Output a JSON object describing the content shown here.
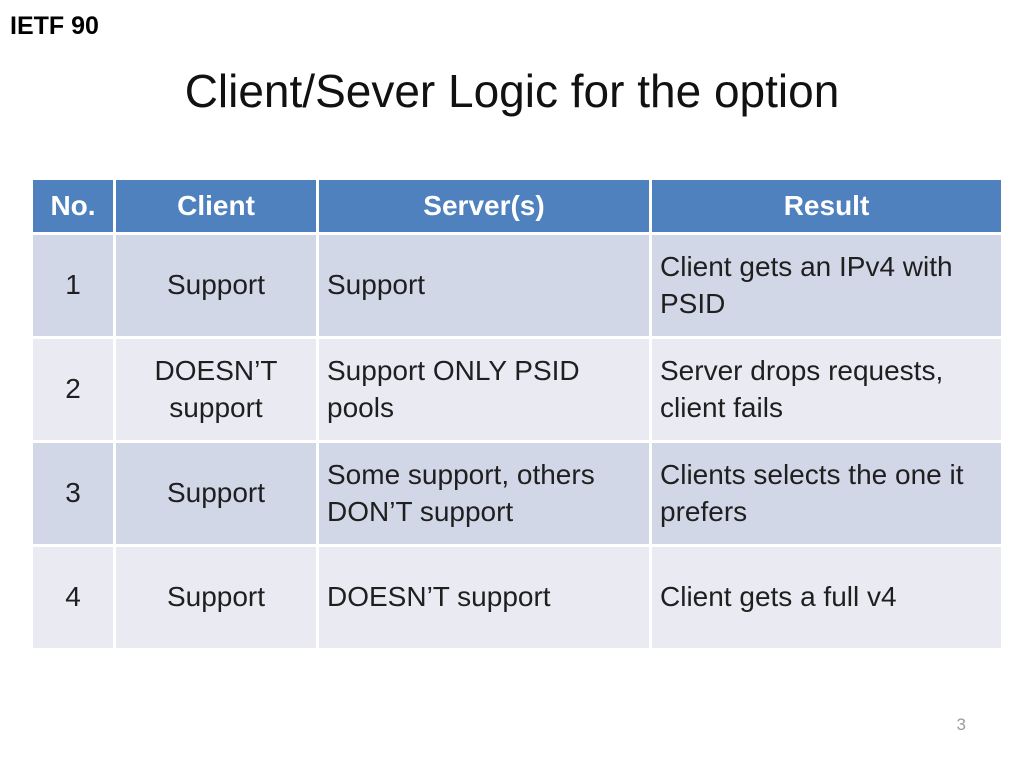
{
  "slide": {
    "header_label": "IETF 90",
    "title": "Client/Sever Logic for the option",
    "page_number": "3"
  },
  "table": {
    "columns": [
      "No.",
      "Client",
      "Server(s)",
      "Result"
    ],
    "rows": [
      {
        "no": "1",
        "client": "Support",
        "server": "Support",
        "result": "Client gets an IPv4 with PSID"
      },
      {
        "no": "2",
        "client": "DOESN’T support",
        "server": "Support ONLY PSID pools",
        "result": "Server drops requests, client fails"
      },
      {
        "no": "3",
        "client": "Support",
        "server": "Some support, others DON’T support",
        "result": "Clients selects the one it prefers"
      },
      {
        "no": "4",
        "client": "Support",
        "server": "DOESN’T support",
        "result": "Client gets a full v4"
      }
    ]
  },
  "colors": {
    "header_bg": "#4E81BD",
    "row_odd_bg": "#D2D7E8",
    "row_even_bg": "#E9EAF2",
    "header_text": "#FFFFFF",
    "body_text": "#1F1F1F",
    "title_text": "#111111",
    "page_number_text": "#9B9B9B",
    "slide_bg": "#FFFFFF"
  }
}
